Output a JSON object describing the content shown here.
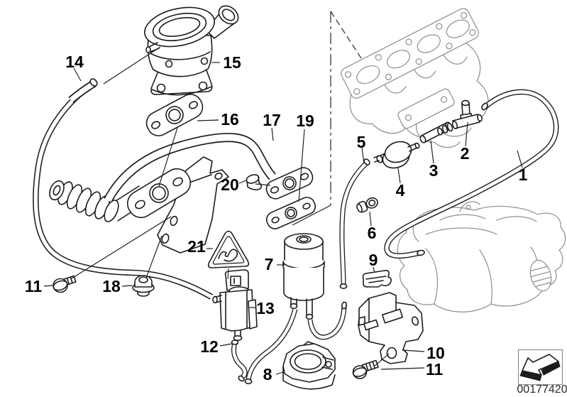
{
  "diagram": {
    "image_id": "00177420",
    "callouts": {
      "part1": "1",
      "part2": "2",
      "part3": "3",
      "part4": "4",
      "part5": "5",
      "part6": "6",
      "part7": "7",
      "part8": "8",
      "part9": "9",
      "part10": "10",
      "part11": "11",
      "part12": "12",
      "part13": "13",
      "part14": "14",
      "part15": "15",
      "part16": "16",
      "part17": "17",
      "part18": "18",
      "part19": "19",
      "part20": "20",
      "part21": "21"
    },
    "icons": {
      "hazard": "warning-triangle-icon",
      "footer_logo": "down-left-arrow-icon"
    },
    "colors": {
      "part_line": "#1c1c1c",
      "reference_line": "#919191",
      "background": "#ffffff",
      "label": "#000000"
    }
  }
}
